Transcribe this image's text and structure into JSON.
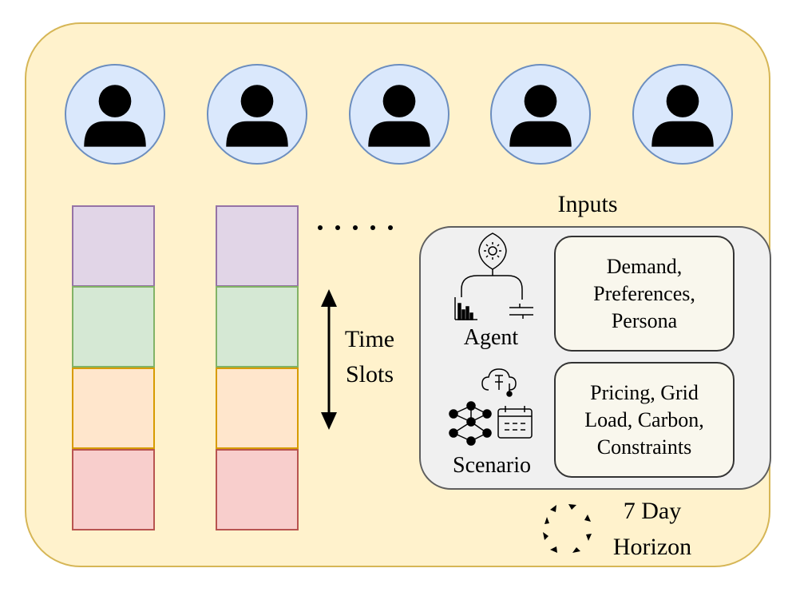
{
  "diagram": {
    "agents_count": 5,
    "timeslot_columns": [
      {
        "slots": [
          "purple",
          "green",
          "orange",
          "red"
        ]
      },
      {
        "slots": [
          "purple",
          "green",
          "orange",
          "red"
        ]
      }
    ],
    "ellipsis": ". . . . .",
    "time_slots_label": [
      "Time",
      "Slots"
    ],
    "inputs_title": "Inputs",
    "agent_label": "Agent",
    "scenario_label": "Scenario",
    "agent_inputs": [
      "Demand,",
      "Preferences,",
      "Persona"
    ],
    "scenario_inputs": [
      "Pricing, Grid",
      "Load, Carbon,",
      "Constraints"
    ],
    "horizon_label": [
      "7 Day",
      "Horizon"
    ],
    "colors": {
      "panel_fill": "#fff2cc",
      "panel_border": "#d6b656",
      "avatar_fill": "#dae8fc",
      "avatar_border": "#6c8ebf",
      "slot_purple": "#e1d5e7",
      "slot_green": "#d5e8d4",
      "slot_orange": "#ffe6cc",
      "slot_red": "#f8cecc"
    },
    "icons": [
      "person-icon",
      "lightbulb-icon",
      "bar-chart-icon",
      "capacitor-icon",
      "cloud-currency-icon",
      "neural-network-icon",
      "calendar-icon",
      "cycle-arrows-icon",
      "double-arrow-icon"
    ]
  }
}
